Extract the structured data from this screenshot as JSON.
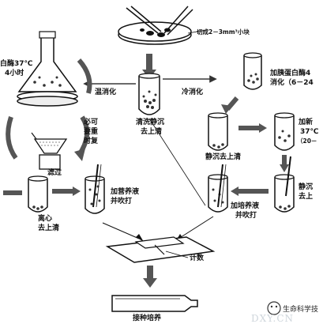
{
  "labels": {
    "cut": "切成2－3mm³小块",
    "trypsin_warm": "白酶37℃",
    "trypsin_warm_time": "4小时",
    "warm_digest": "温消化",
    "cold_digest": "冷消化",
    "add_trypsin": "加胰蛋白酶4",
    "digest_time": "消化（6－24",
    "wash": "清洗静沉",
    "discard_super_1": "去上清",
    "must": "必可",
    "repeat_1": "要重",
    "repeat_2": "时复",
    "filter": "滤过",
    "settle_discard": "静沉去上清",
    "add_new": "加新",
    "temp_37": "37℃",
    "time_20": "（20－",
    "centrifuge": "离心",
    "discard_super_2": "去上清",
    "add_medium_1": "加营养液",
    "pipette_1": "并吹打",
    "add_medium_2": "加培养液",
    "pipette_2": "并吹打",
    "settle_2": "静沉",
    "discard_2": "去上",
    "count": "计数",
    "inoculate": "接种培养"
  },
  "watermark": {
    "channel": "生命科学技",
    "faded": "DXY.CN"
  }
}
